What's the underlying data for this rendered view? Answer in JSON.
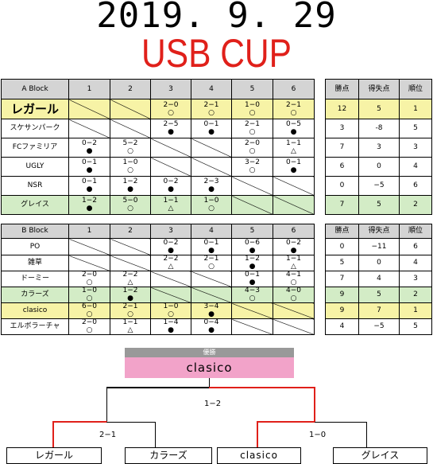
{
  "header": {
    "date": "2019. 9. 29",
    "title": "USB CUP"
  },
  "block_a": {
    "name": "A Block",
    "cols": [
      "1",
      "2",
      "3",
      "4",
      "5",
      "6"
    ],
    "stat_headers": [
      "勝点",
      "得失点",
      "順位"
    ],
    "rows": [
      {
        "team": "レガール",
        "cells": [
          null,
          null,
          [
            "2−0",
            "○"
          ],
          [
            "2−1",
            "○"
          ],
          [
            "1−0",
            "○"
          ],
          [
            "2−1",
            "○"
          ]
        ],
        "pts": "12",
        "gd": "5",
        "rank": "1"
      },
      {
        "team": "スケサンパーク",
        "cells": [
          null,
          null,
          [
            "2−5",
            "●"
          ],
          [
            "0−1",
            "●"
          ],
          [
            "2−1",
            "○"
          ],
          [
            "0−5",
            "●"
          ]
        ],
        "pts": "3",
        "gd": "-8",
        "rank": "5"
      },
      {
        "team": "FCファミリア",
        "cells": [
          [
            "0−2",
            "●"
          ],
          [
            "5−2",
            "○"
          ],
          null,
          null,
          [
            "2−0",
            "○"
          ],
          [
            "1−1",
            "△"
          ]
        ],
        "pts": "7",
        "gd": "3",
        "rank": "3"
      },
      {
        "team": "UGLY",
        "cells": [
          [
            "0−1",
            "●"
          ],
          [
            "1−0",
            "○"
          ],
          null,
          null,
          [
            "3−2",
            "○"
          ],
          [
            "0−1",
            "●"
          ]
        ],
        "pts": "6",
        "gd": "0",
        "rank": "4"
      },
      {
        "team": "NSR",
        "cells": [
          [
            "0−1",
            "●"
          ],
          [
            "1−2",
            "●"
          ],
          [
            "0−2",
            "●"
          ],
          [
            "2−3",
            "●"
          ],
          null,
          null
        ],
        "pts": "0",
        "gd": "−5",
        "rank": "6"
      },
      {
        "team": "グレイス",
        "cells": [
          [
            "1−2",
            "●"
          ],
          [
            "5−0",
            "○"
          ],
          [
            "1−1",
            "△"
          ],
          [
            "1−0",
            "○"
          ],
          null,
          null
        ],
        "pts": "7",
        "gd": "5",
        "rank": "2"
      }
    ]
  },
  "block_b": {
    "name": "B Block",
    "cols": [
      "1",
      "2",
      "3",
      "4",
      "5",
      "6"
    ],
    "stat_headers": [
      "勝点",
      "得失点",
      "順位"
    ],
    "rows": [
      {
        "team": "PO",
        "cells": [
          null,
          null,
          [
            "0−2",
            "●"
          ],
          [
            "0−1",
            "●"
          ],
          [
            "0−6",
            "●"
          ],
          [
            "0−2",
            "●"
          ]
        ],
        "pts": "0",
        "gd": "−11",
        "rank": "6"
      },
      {
        "team": "雑草",
        "cells": [
          null,
          null,
          [
            "2−2",
            "△"
          ],
          [
            "2−1",
            "○"
          ],
          [
            "1−2",
            "●"
          ],
          [
            "1−1",
            "△"
          ]
        ],
        "pts": "5",
        "gd": "0",
        "rank": "4"
      },
      {
        "team": "ドーミー",
        "cells": [
          [
            "2−0",
            "○"
          ],
          [
            "2−2",
            "△"
          ],
          null,
          null,
          [
            "0−1",
            "●"
          ],
          [
            "4−1",
            "○"
          ]
        ],
        "pts": "7",
        "gd": "4",
        "rank": "3"
      },
      {
        "team": "カラーズ",
        "cells": [
          [
            "1−0",
            "○"
          ],
          [
            "1−2",
            "●"
          ],
          null,
          null,
          [
            "4−3",
            "○"
          ],
          [
            "4−0",
            "○"
          ]
        ],
        "pts": "9",
        "gd": "5",
        "rank": "2"
      },
      {
        "team": "clasico",
        "cells": [
          [
            "6−0",
            "○"
          ],
          [
            "2−1",
            "○"
          ],
          [
            "1−0",
            "○"
          ],
          [
            "3−4",
            "●"
          ],
          null,
          null
        ],
        "pts": "9",
        "gd": "7",
        "rank": "1"
      },
      {
        "team": "エルボラーチャ",
        "cells": [
          [
            "2−0",
            "○"
          ],
          [
            "1−1",
            "△"
          ],
          [
            "1−4",
            "●"
          ],
          [
            "0−4",
            "●"
          ],
          null,
          null
        ],
        "pts": "4",
        "gd": "−5",
        "rank": "5"
      }
    ]
  },
  "bracket": {
    "winner_header": "優勝",
    "winner": "clasico",
    "final_score": "1−2",
    "semi_left_score": "2−1",
    "semi_right_score": "1−0",
    "teams": [
      "レガール",
      "カラーズ",
      "clasico",
      "グレイス"
    ]
  }
}
